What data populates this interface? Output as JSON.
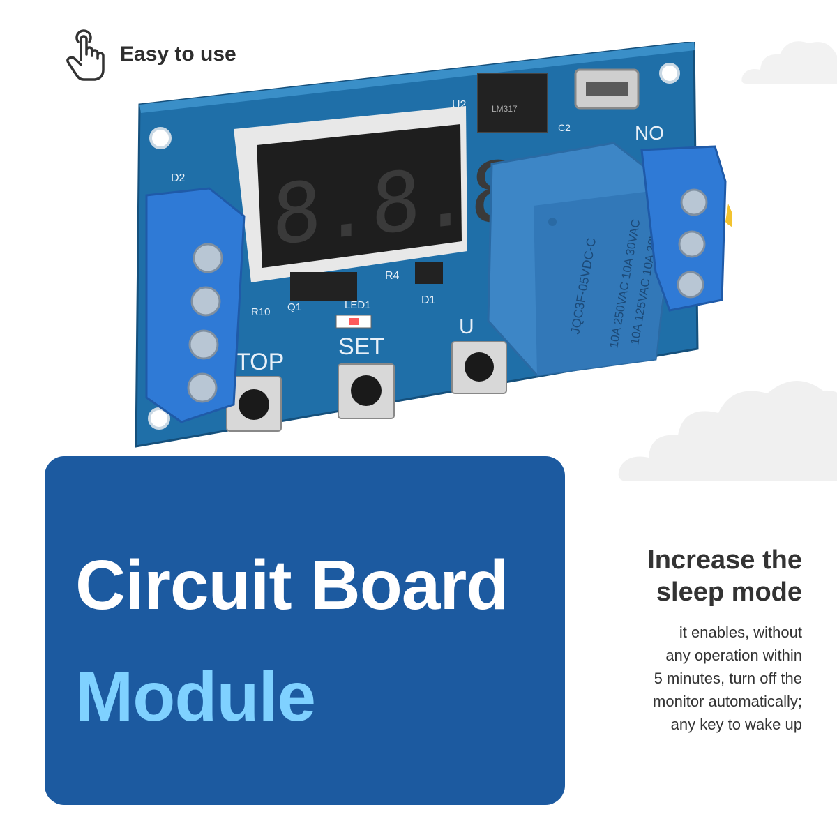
{
  "header": {
    "label": "Easy to use",
    "icon": "tap-hand-icon"
  },
  "board": {
    "display_digits": "8.8.8.",
    "labels": {
      "d2": "D2",
      "u2": "U2",
      "c2": "C2",
      "no": "NO",
      "r4": "R4",
      "d1": "D1",
      "r10": "R10",
      "q1": "Q1",
      "led1": "LED1",
      "set": "SET",
      "stop": "TOP",
      "up": "U",
      "relay_model": "JQC3F-05VDC-C",
      "relay_rating1": "10A 250VAC 10A 30VAC",
      "relay_rating2": "10A 125VAC 10A 28VAC",
      "regulator": "LM317"
    }
  },
  "card": {
    "line1": "Circuit Board",
    "line2": "Module"
  },
  "feature": {
    "title_line1": "Increase the",
    "title_line2": "sleep mode",
    "desc": [
      "it enables, without",
      "any operation within",
      "5 minutes, turn off the",
      "monitor automatically;",
      "any key to wake up"
    ]
  },
  "colors": {
    "card_bg": "#1c5aa0",
    "accent_light_blue": "#7fd1ff",
    "pcb_blue": "#1f6fa8",
    "terminal_blue": "#2f7ad6",
    "relay_blue": "#3d86c6"
  }
}
